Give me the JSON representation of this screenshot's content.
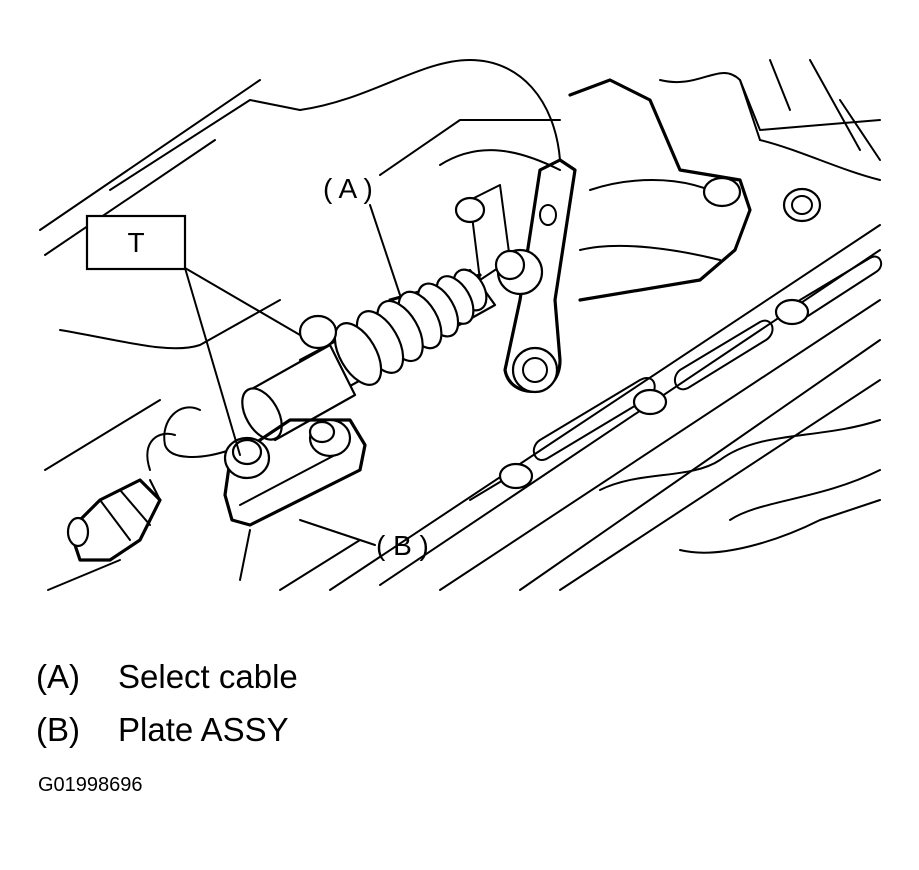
{
  "callouts": {
    "torque": "T",
    "a": "( A )",
    "b": "( B )"
  },
  "legend": [
    {
      "letter": "(A)",
      "text": "Select cable"
    },
    {
      "letter": "(B)",
      "text": "Plate ASSY"
    }
  ],
  "figure_id": "G01998696"
}
